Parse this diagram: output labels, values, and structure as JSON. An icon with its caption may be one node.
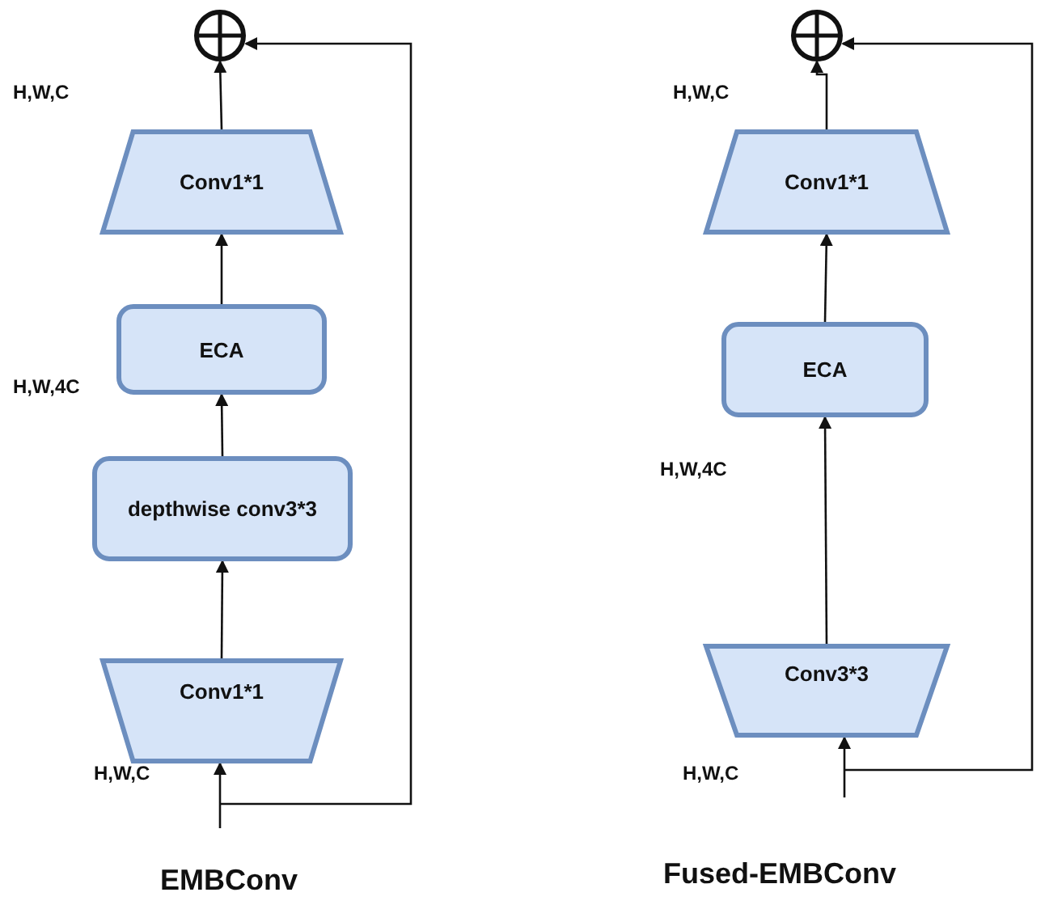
{
  "diagram": {
    "nodes": [
      {
        "text": [],
        "shape": "circle"
      },
      {
        "text": [
          "Conv1*1"
        ]
      },
      {
        "text": [
          "ECA"
        ]
      },
      {
        "text": [
          "depthwise conv3*3"
        ]
      },
      {
        "text": [
          "Conv1*1"
        ]
      },
      {
        "text": [],
        "shape": "circle"
      },
      {
        "text": [
          "Conv1*1"
        ]
      },
      {
        "text": [
          "ECA"
        ]
      },
      {
        "text": [
          "Conv3*3"
        ]
      }
    ],
    "edges": [
      {
        "from": 4,
        "to": 3,
        "arrow": "to"
      },
      {
        "from": 3,
        "to": 2,
        "arrow": "to"
      },
      {
        "from": 2,
        "to": 1,
        "arrow": "to"
      },
      {
        "from": 1,
        "to": 0,
        "arrow": "to"
      },
      {
        "from": null,
        "to": 4,
        "arrow": "to"
      },
      {
        "from": null,
        "to": 0,
        "arrow": "to"
      },
      {
        "from": 8,
        "to": 7,
        "arrow": "to"
      },
      {
        "from": 7,
        "to": 6,
        "arrow": "to"
      },
      {
        "from": 6,
        "to": 5,
        "arrow": "to"
      },
      {
        "from": null,
        "to": 8,
        "arrow": "to"
      },
      {
        "from": null,
        "to": 5,
        "arrow": "to"
      }
    ],
    "labels": [
      "H,W,C",
      "H,W,C",
      "H,W,4C",
      "H,W,4C",
      "H,W,C",
      "H,W,C",
      "EMBConv",
      "Fused-EMBConv"
    ]
  }
}
